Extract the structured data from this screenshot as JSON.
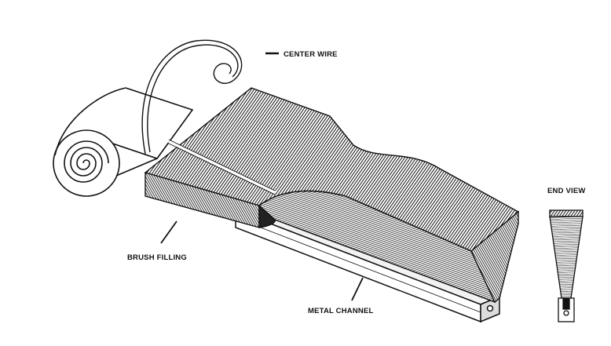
{
  "labels": {
    "center_wire": "CENTER WIRE",
    "brush_filling": "BRUSH FILLING",
    "metal_channel": "METAL CHANNEL",
    "end_view": "END VIEW"
  },
  "colors": {
    "ink": "#111111",
    "background": "#ffffff",
    "bristle_dark": "#1a1a1a"
  }
}
